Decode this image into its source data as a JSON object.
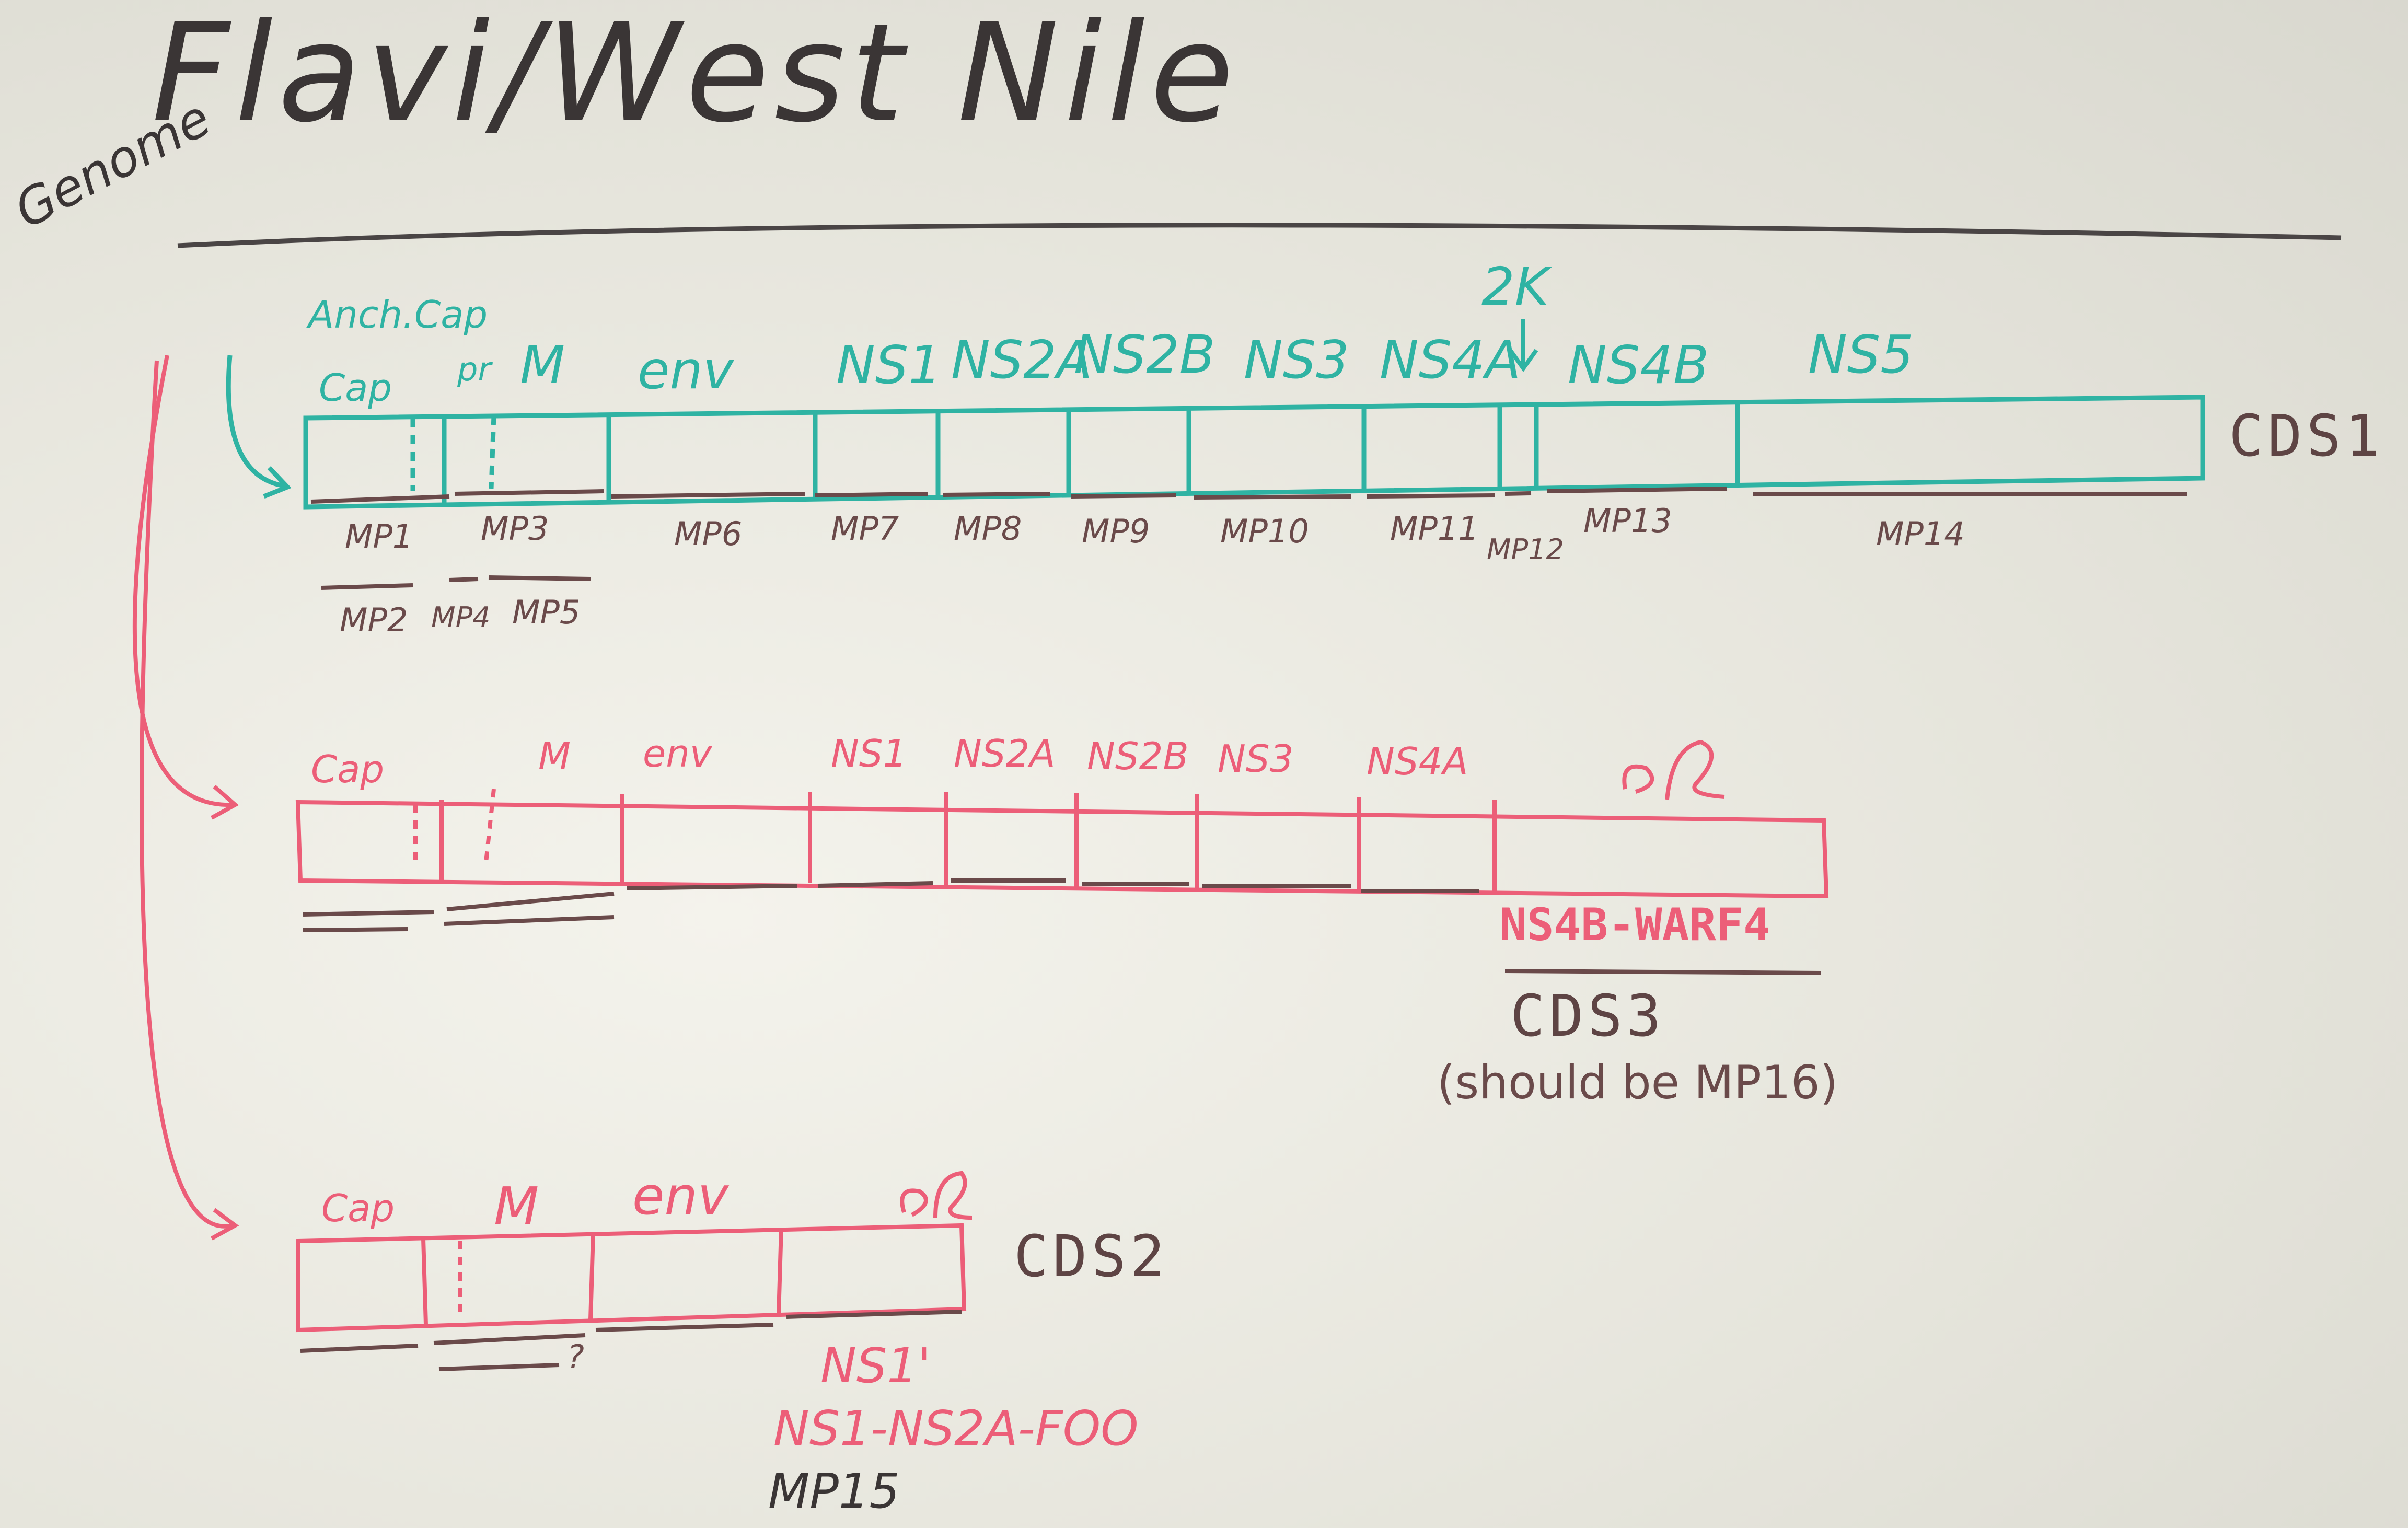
{
  "title": "Flavi/West Nile",
  "genome_label": "Genome",
  "colors": {
    "board": "#e8e7df",
    "marker_black": "#3a3535",
    "marker_teal": "#2fb3a3",
    "marker_pink": "#ec5e78",
    "marker_brown": "#6a4a4a"
  },
  "cds1": {
    "name": "CDS1",
    "anchcap": "Anch.Cap",
    "twok": "2K",
    "segments": [
      "Cap",
      "pr",
      "M",
      "env",
      "NS1",
      "NS2A",
      "NS2B",
      "NS3",
      "NS4A",
      "NS4B",
      "NS5"
    ],
    "mature_peptides": [
      "MP1",
      "MP3",
      "MP6",
      "MP7",
      "MP8",
      "MP9",
      "MP10",
      "MP11",
      "MP12",
      "MP13",
      "MP14"
    ],
    "mature_peptides_row2": [
      "MP2",
      "MP4",
      "MP5"
    ]
  },
  "cds3": {
    "name": "CDS3",
    "note": "(should be MP16)",
    "segments": [
      "Cap",
      "M",
      "env",
      "NS1",
      "NS2A",
      "NS2B",
      "NS3",
      "NS4A"
    ],
    "product": "NS4B-WARF4"
  },
  "cds2": {
    "name": "CDS2",
    "segments": [
      "Cap",
      "M",
      "env"
    ],
    "question": "?",
    "product": "NS1'",
    "product_full": "NS1-NS2A-FOO",
    "mp": "MP15"
  }
}
